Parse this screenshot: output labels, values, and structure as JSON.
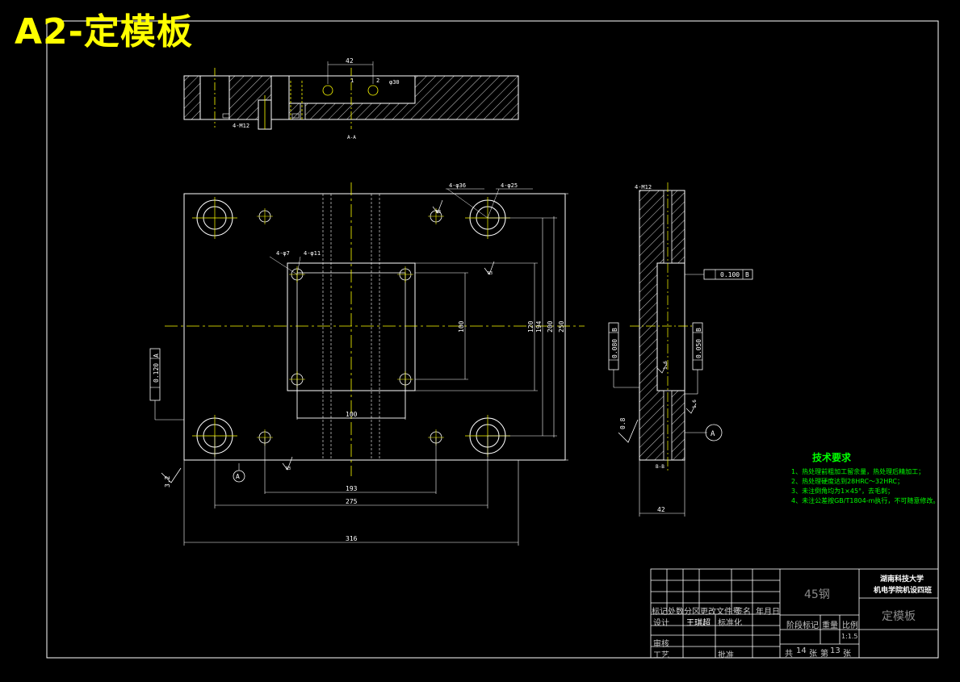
{
  "drawing": {
    "title": "A2-定模板",
    "top_view": {
      "dim_width": "42",
      "bore_label": "φ30",
      "tap_label": "4-M12",
      "section_label": "A-A",
      "small_labels": [
        "1",
        "2"
      ]
    },
    "main_view": {
      "hole_label_large": "4-φ36",
      "hole_label_medium": "4-φ25",
      "hole_label_small": "4-φ7",
      "hole_label_small2": "4-φ11",
      "dims": {
        "inner_height": "100",
        "inner_width": "100",
        "d120": "120",
        "d194": "194",
        "d200": "200",
        "d250": "250",
        "d193": "193",
        "d275": "275",
        "d316": "316"
      },
      "flatness": "0.120",
      "flatness_datum": "A",
      "surface_roughness": "3.2",
      "datum_marker": "A",
      "roughness_marks": [
        "R3",
        "R3",
        "R3"
      ]
    },
    "side_view": {
      "tap_label": "4-M12",
      "parallelism_1": "0.100",
      "parallelism_1_datum": "B",
      "parallelism_2": "0.080",
      "parallelism_2_datum": "B",
      "parallelism_3": "0.050",
      "parallelism_3_datum": "B",
      "roughness": "0.8",
      "roughness_right": "1.6",
      "roughness_mid": "1.6",
      "dim_thickness": "42",
      "section_label": "B-B",
      "datum_marker": "A"
    },
    "tech_notes": {
      "title": "技术要求",
      "items": [
        "1、热处理前粗加工留余量，热处理后精加工；",
        "2、热处理硬度达到28HRC～32HRC；",
        "3、未注倒角均为1×45°，去毛刺；",
        "4、未注公差按GB/T1804-m执行，不可随意修改。"
      ]
    }
  },
  "title_block": {
    "material": "45钢",
    "school_line1": "湖南科技大学",
    "school_line2": "机电学院机设四班",
    "part_name": "定模板",
    "designer": "王琪超",
    "labels": {
      "mark": "标记",
      "count": "处数",
      "zone": "分区",
      "change_doc": "更改文件号",
      "signature": "签名",
      "date": "年月日",
      "design": "设计",
      "standardize": "标准化",
      "stage_mark": "阶段标记",
      "weight": "重量",
      "scale": "比例",
      "audit": "审核",
      "process": "工艺",
      "approve": "批准",
      "total": "共",
      "sheets": "张",
      "this": "第",
      "sheet": "张"
    },
    "scale_value": "1:1.5",
    "total_sheets": "14",
    "sheet_no": "13"
  }
}
